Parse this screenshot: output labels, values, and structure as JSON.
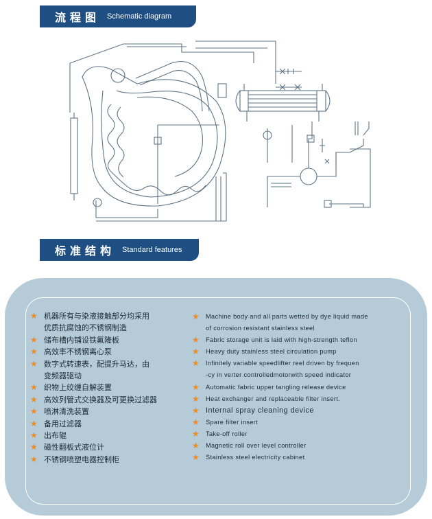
{
  "headers": {
    "schematic": {
      "zh": "流程图",
      "en": "Schematic diagram"
    },
    "standard": {
      "zh": "标准结构",
      "en": "Standard features"
    }
  },
  "colors": {
    "header_bg": "#1f4f82",
    "panel_bg": "#b5cbd8",
    "star": "#f08a1a",
    "diagram_line": "#5e7486"
  },
  "icons": {
    "bullet": "star-icon"
  },
  "features_zh": [
    "机器所有与染液接触部分均采用",
    "优质抗腐蚀的不锈钢制造",
    "储布槽内铺设铁氟隆板",
    "高效率不锈钢离心泵",
    "数字式转速表，配提升马达，由",
    "变频器驱动",
    "织物上绞缠自解装置",
    "高效列管式交换器及可更换过滤器",
    "喷淋清洗装置",
    "备用过滤器",
    "出布辊",
    "磁性翻板式液位计",
    "不锈钢喷塑电器控制柜"
  ],
  "features_en": [
    "Machine body and all parts wetted by dye liquid made",
    "of corrosion resistant stainless steel",
    "Fabric storage unit is laid with high-strength teflon",
    "Heavy duty stainless steel circulation pump",
    "Infinitely variable speedlifter reel driven by frequen",
    "-cy in verter controlledmotorwith speed indicator",
    "Automatic fabric upper tangling release device",
    "Heat exchanger and replaceable filter insert.",
    "Internal spray cleaning device",
    "Spare filter insert",
    "Take-off roller",
    "Magnetic roll over level controller",
    "Stainless steel electricity cabinet"
  ]
}
